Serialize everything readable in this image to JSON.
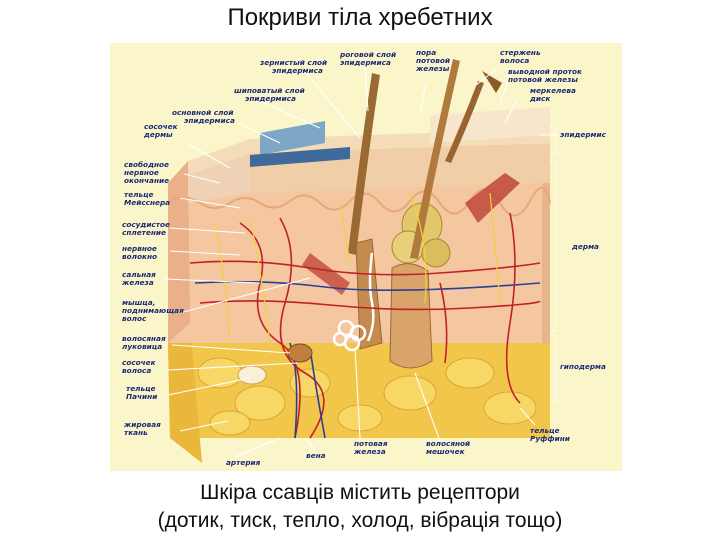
{
  "title": "Покриви тіла хребетних",
  "caption": {
    "line1": "Шкіра ссавців містить рецептори",
    "line2": "(дотик, тиск, тепло, холод, вібрація тощо)"
  },
  "labels": {
    "zernist_1": "зернистый слой",
    "zernist_2": "эпидермиса",
    "rogovoy_1": "роговой слой",
    "rogovoy_2": "эпидермиса",
    "pora_1": "пора",
    "pora_2": "потовой",
    "pora_3": "железы",
    "sterzhen_1": "стержень",
    "sterzhen_2": "волоса",
    "vyvodnoy_1": "выводной проток",
    "vyvodnoy_2": "потовой железы",
    "shipovat_1": "шиповатый слой",
    "shipovat_2": "эпидермиса",
    "merkel_1": "меркелева",
    "merkel_2": "диск",
    "osnovnoy_1": "основной слой",
    "osnovnoy_2": "эпидермиса",
    "sosochek_dermy_1": "сосочек",
    "sosochek_dermy_2": "дермы",
    "epidermis": "эпидермис",
    "svobodnoe_1": "свободное",
    "svobodnoe_2": "нервное",
    "svobodnoe_3": "окончание",
    "meissner_1": "тельце",
    "meissner_2": "Мейсснера",
    "sosud_1": "сосудистое",
    "sosud_2": "сплетение",
    "nerv_volokno_1": "нервное",
    "nerv_volokno_2": "волокно",
    "derma": "дерма",
    "salnaya_1": "сальная",
    "salnaya_2": "железа",
    "myshca_1": "мышца,",
    "myshca_2": "поднимающая",
    "myshca_3": "волос",
    "lukovica_1": "волосяная",
    "lukovica_2": "луковица",
    "sosochek_volosa_1": "сосочек",
    "sosochek_volosa_2": "волоса",
    "gipoderma": "гиподерма",
    "pachini_1": "тельце",
    "pachini_2": "Пачини",
    "zhirovaya_1": "жировая",
    "zhirovaya_2": "ткань",
    "ruffini_1": "тельце",
    "ruffini_2": "Руффини",
    "arteriya": "артерия",
    "vena": "вена",
    "potovaya_1": "потовая",
    "potovaya_2": "железа",
    "meshochek_1": "волосяной",
    "meshochek_2": "мешочек"
  }
}
